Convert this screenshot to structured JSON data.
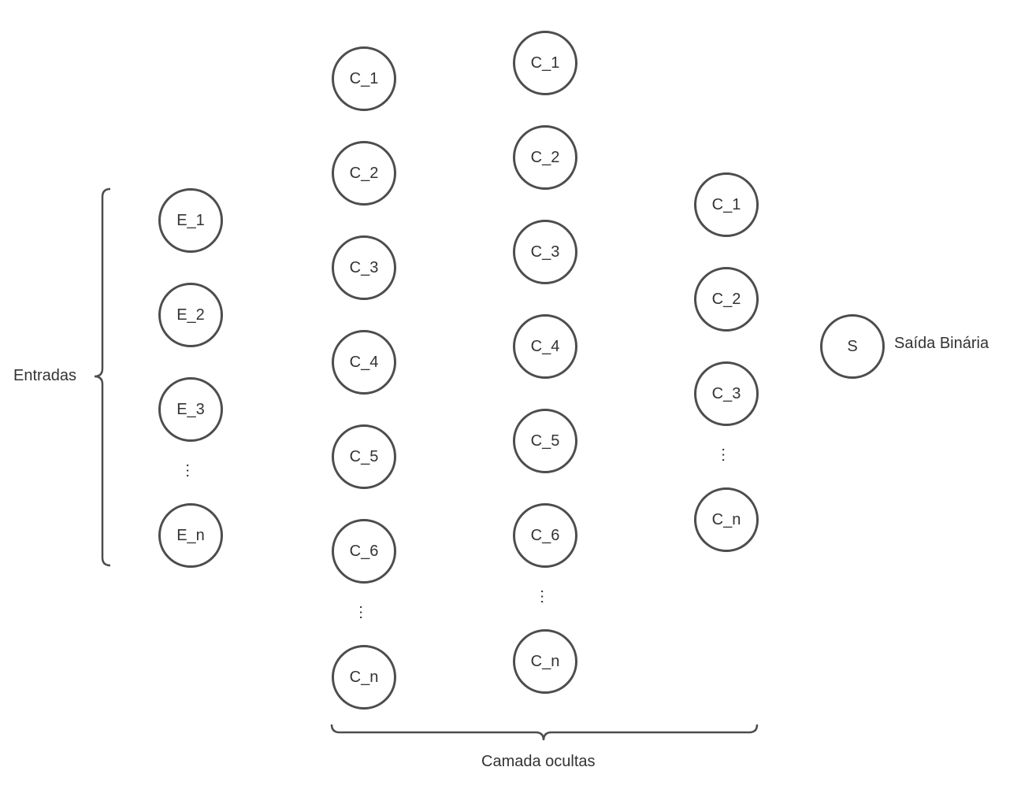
{
  "input_layer": {
    "label": "Entradas",
    "nodes": [
      "E_1",
      "E_2",
      "E_3",
      "E_n"
    ],
    "ellipsis": "..."
  },
  "hidden_layers": {
    "label": "Camada ocultas",
    "layer1": {
      "nodes": [
        "C_1",
        "C_2",
        "C_3",
        "C_4",
        "C_5",
        "C_6",
        "C_n"
      ],
      "ellipsis": "..."
    },
    "layer2": {
      "nodes": [
        "C_1",
        "C_2",
        "C_3",
        "C_4",
        "C_5",
        "C_6",
        "C_n"
      ],
      "ellipsis": "..."
    },
    "layer3": {
      "nodes": [
        "C_1",
        "C_2",
        "C_3",
        "C_n"
      ],
      "ellipsis": "..."
    }
  },
  "output_layer": {
    "node": "S",
    "label": "Saída Binária"
  },
  "colors": {
    "stroke": "#4d4d4d",
    "text": "#333333"
  }
}
